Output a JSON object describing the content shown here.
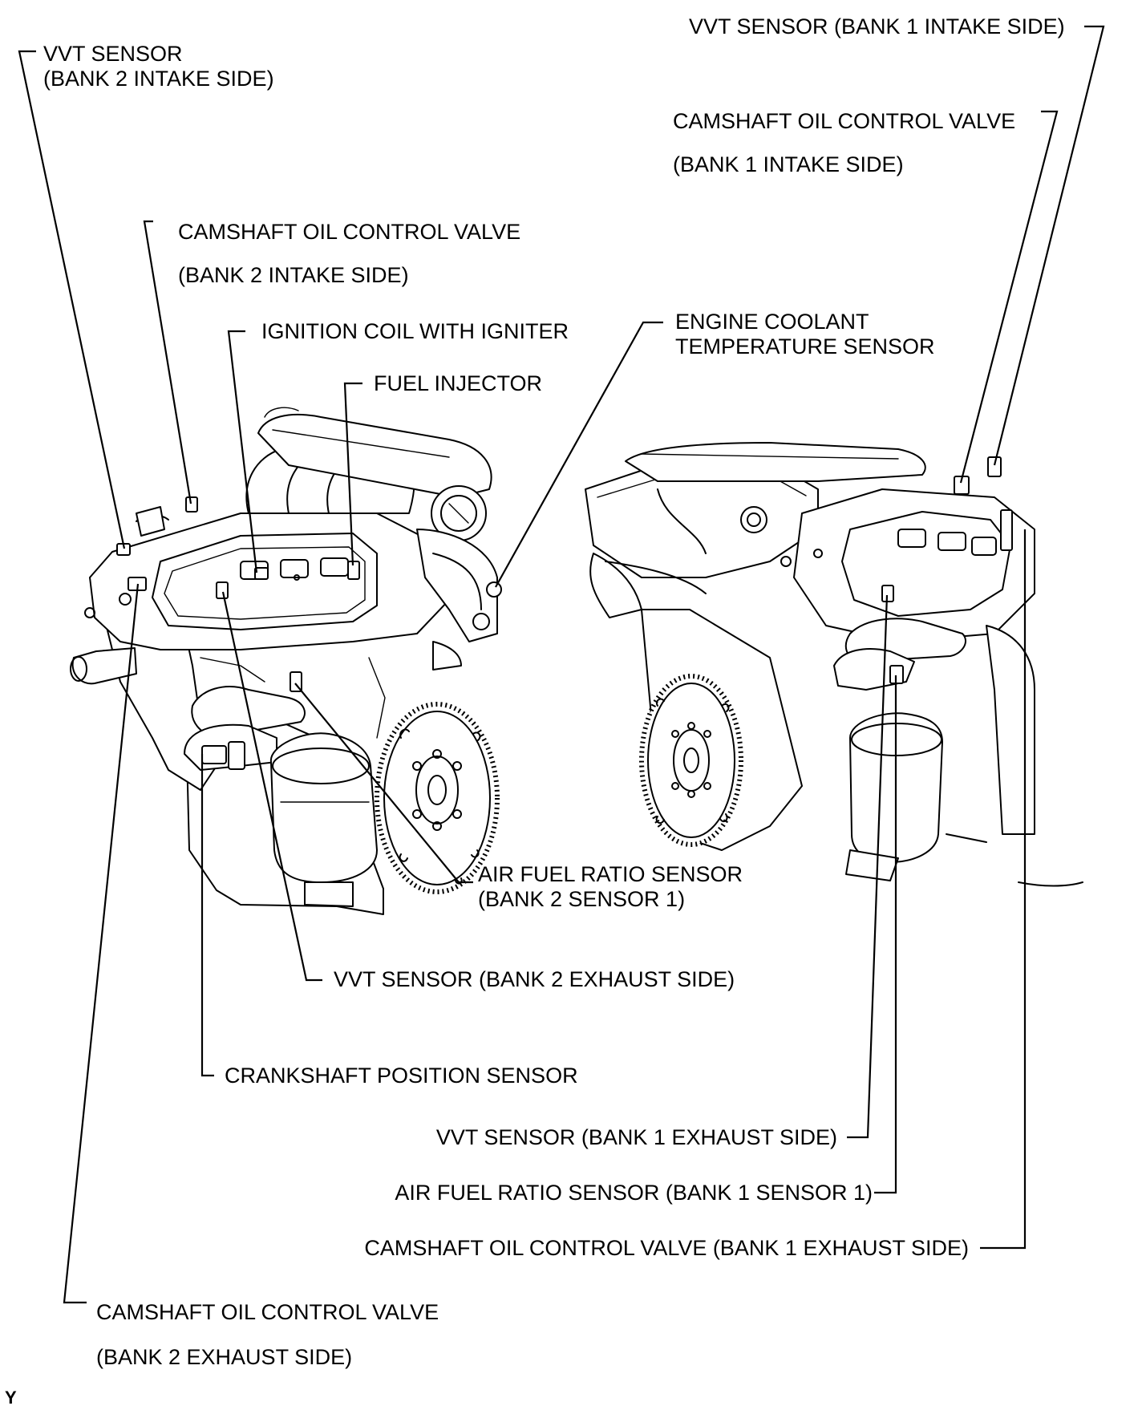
{
  "labels": {
    "vvt_bank2_intake": [
      "VVT SENSOR",
      "(BANK 2 INTAKE SIDE)"
    ],
    "ocv_bank2_intake": [
      "CAMSHAFT OIL CONTROL VALVE",
      "(BANK 2 INTAKE SIDE)"
    ],
    "ignition_coil": "IGNITION COIL WITH IGNITER",
    "fuel_injector": "FUEL INJECTOR",
    "ect_sensor": [
      "ENGINE COOLANT",
      "TEMPERATURE SENSOR"
    ],
    "vvt_bank1_intake": "VVT SENSOR (BANK 1 INTAKE SIDE)",
    "ocv_bank1_intake": [
      "CAMSHAFT OIL CONTROL VALVE",
      "(BANK 1 INTAKE SIDE)"
    ],
    "af_bank2": [
      "AIR FUEL RATIO SENSOR",
      "(BANK 2 SENSOR 1)"
    ],
    "vvt_bank2_exhaust": "VVT SENSOR (BANK 2 EXHAUST SIDE)",
    "ckp_sensor": "CRANKSHAFT POSITION SENSOR",
    "vvt_bank1_exhaust": "VVT SENSOR (BANK 1 EXHAUST SIDE)",
    "af_bank1": "AIR FUEL RATIO SENSOR (BANK 1 SENSOR 1)",
    "ocv_bank1_exhaust": "CAMSHAFT OIL CONTROL VALVE (BANK 1 EXHAUST SIDE)",
    "ocv_bank2_exhaust": [
      "CAMSHAFT OIL CONTROL VALVE",
      "(BANK 2 EXHAUST SIDE)"
    ]
  },
  "figure_code": "Y"
}
